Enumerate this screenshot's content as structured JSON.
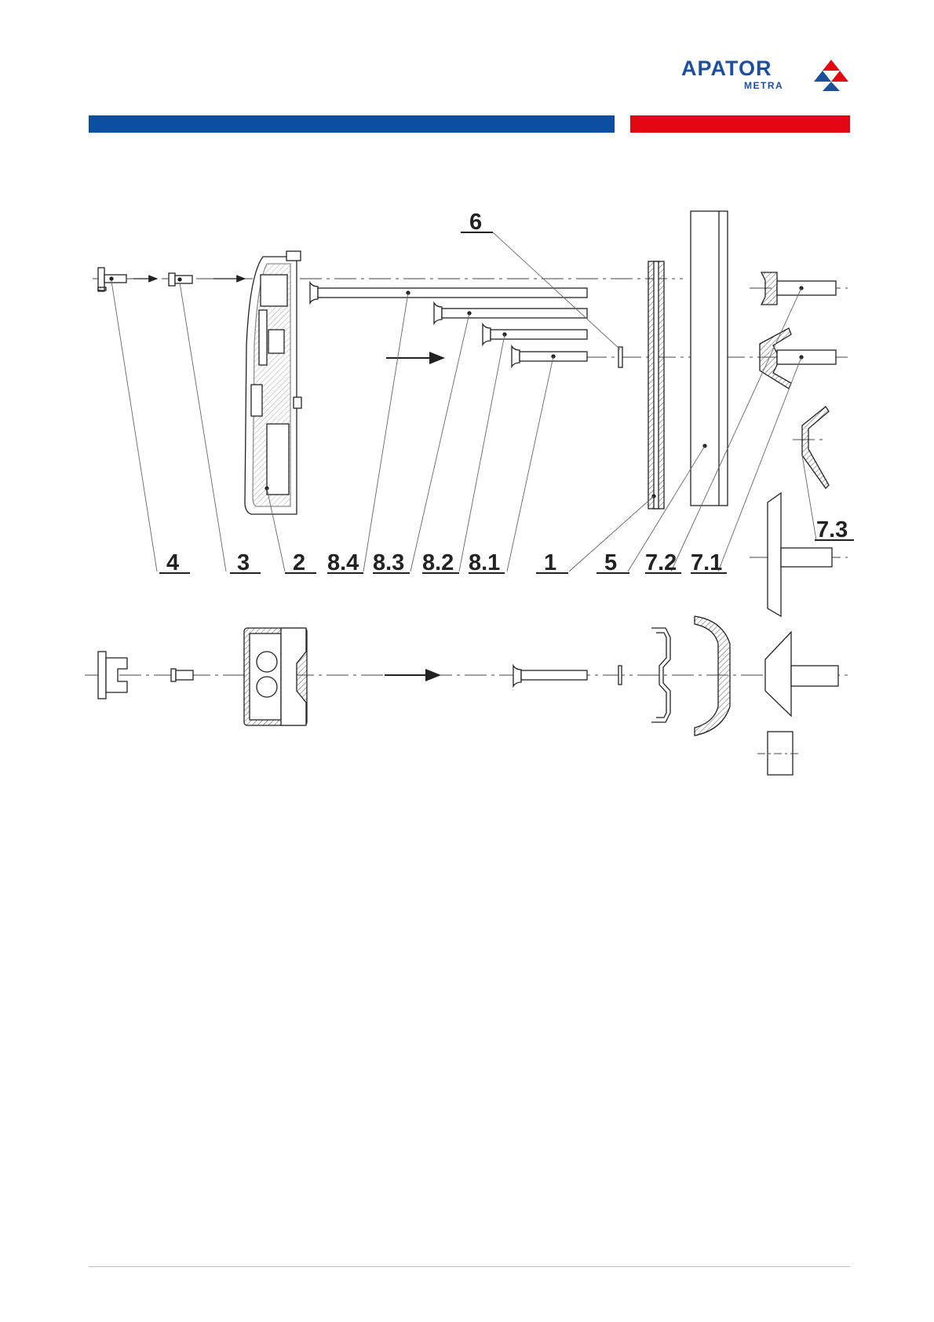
{
  "brand": {
    "name": "APATOR",
    "sub": "METRA",
    "colors": {
      "blue": "#1d4f9c",
      "red": "#e30613"
    }
  },
  "diagram": {
    "callouts": [
      "6",
      "7.3",
      "4",
      "3",
      "2",
      "8.4",
      "8.3",
      "8.2",
      "8.1",
      "1",
      "5",
      "7.2",
      "7.1"
    ]
  }
}
